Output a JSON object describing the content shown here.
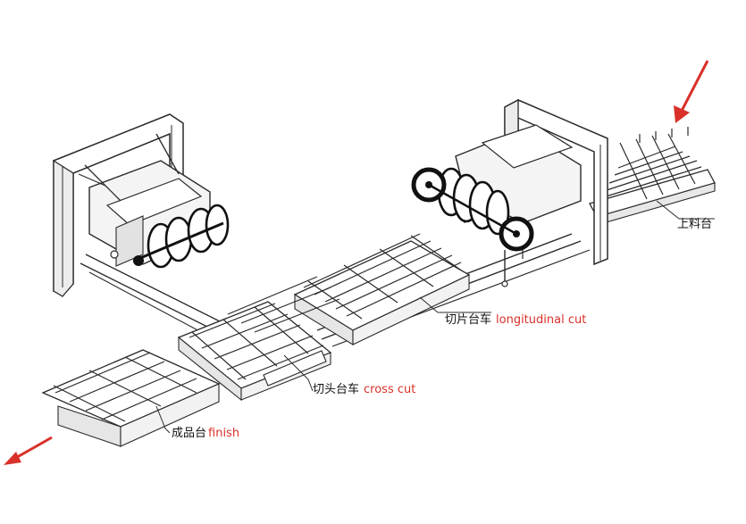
{
  "labels": {
    "feeding_table": {
      "zh": "上料台",
      "en": ""
    },
    "slice_cart": {
      "zh": "切片台车",
      "en": "longitudinal cut"
    },
    "head_cart": {
      "zh": "切头台车",
      "en": "cross cut"
    },
    "finish_table": {
      "zh": "成品台",
      "en": "finish"
    }
  },
  "colors": {
    "line": "#2a2a2a",
    "fill": "#ffffff",
    "shade": "#d9d9d9",
    "dark": "#111111",
    "arrow": "#d9312a",
    "label_en": "#d9312a",
    "label_zh": "#111111"
  }
}
